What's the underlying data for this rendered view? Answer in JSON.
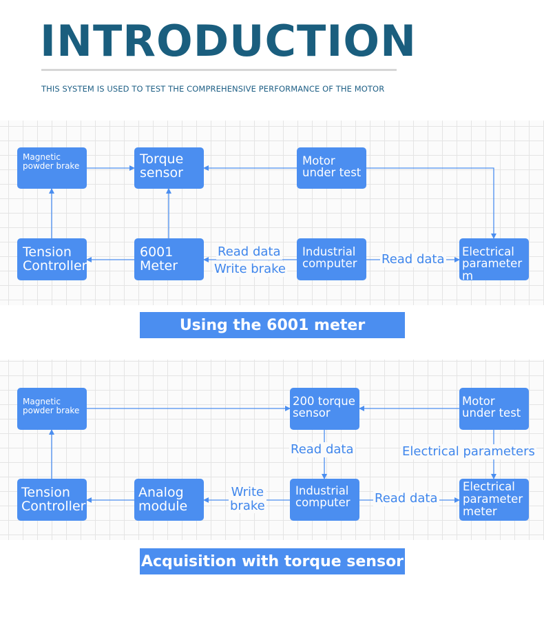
{
  "header": {
    "title": "INTRODUCTION",
    "subtitle": "THIS SYSTEM IS USED TO TEST THE COMPREHENSIVE PERFORMANCE OF THE MOTOR"
  },
  "diagram1": {
    "caption": "Using the 6001 meter",
    "nodes": {
      "brake": "Magnetic\npowder brake",
      "torque": "Torque\nsensor",
      "motor": "Motor\nunder test",
      "tension": "Tension\nController",
      "meter": "6001\nMeter",
      "computer": "Industrial\ncomputer",
      "electrical": "Electrical\nparameter m"
    },
    "labels": {
      "read_data_1": "Read data",
      "write_brake": "Write brake",
      "read_data_2": "Read data"
    }
  },
  "diagram2": {
    "caption": "Acquisition with torque sensor",
    "nodes": {
      "brake": "Magnetic\npowder brake",
      "torque": "200 torque\nsensor",
      "motor": "Motor\nunder test",
      "tension": "Tension\nController",
      "analog": "Analog\nmodule",
      "computer": "Industrial\ncomputer",
      "electrical": "Electrical\nparameter\nmeter"
    },
    "labels": {
      "read_data_v": "Read data",
      "electrical_params": "Electrical parameters",
      "write_brake": "Write\nbrake",
      "read_data_h": "Read data"
    }
  },
  "colors": {
    "title": "#1a5e7e",
    "node": "#4b8ef0",
    "connector": "#4b8ef0",
    "label": "#3f86ec"
  }
}
